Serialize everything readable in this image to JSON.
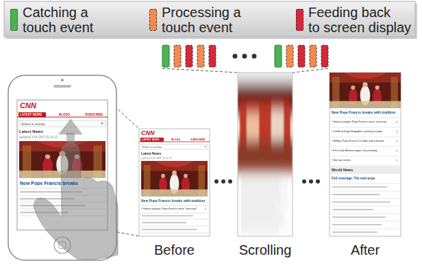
{
  "diagram": {
    "labels": [
      "CNN",
      "LATEST NEWS",
      "BLOGS",
      "SUBSCRIBE",
      "Select a section",
      "Latest News",
      "updated 3:44 GMT 03.14.13",
      "New Pope Francis breaks",
      "CNN",
      "LATEST NEWS",
      "BLOGS",
      "SUBSCRIBE",
      "Select a section",
      "Latest News",
      "updated 3:44 GMT 03.14.13",
      "New Pope Francis breaks with tradition",
      "• Vatican analyst: Pope Francis name \"stunning\"",
      "New Pope Francis breaks with tradition",
      "• Vatican analyst: Pope Francis name \"stunning\"",
      "• Cardinal Jorge Bergoglio's journey to pope",
      "• Bellitto: Pope Francis, humble and authentic",
      "• First Latin America pope 'very exciting'",
      "• See top stories",
      "World News",
      "Full coverage: The next pope",
      "Before",
      "Scrolling",
      "After"
    ],
    "legend": [
      {
        "text": "Catching a touch event",
        "color": "#4bb354"
      },
      {
        "text": "Processing a touch event",
        "color": "#f28b4f"
      },
      {
        "text": "Feeding back to screen display",
        "color": "#d62839"
      }
    ]
  }
}
